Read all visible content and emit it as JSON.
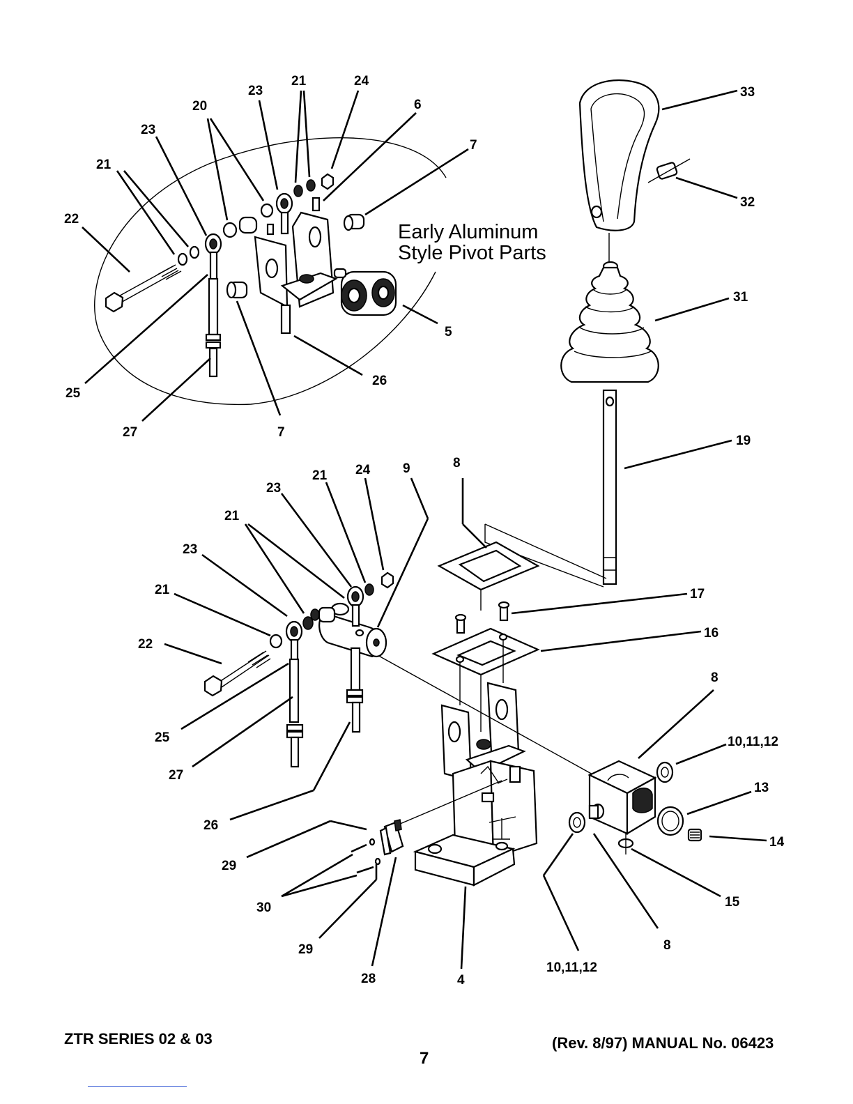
{
  "inset_caption": [
    "Early Aluminum",
    "Style Pivot Parts"
  ],
  "callouts": {
    "c33": "33",
    "c32": "32",
    "c31": "31",
    "c19": "19",
    "c17": "17",
    "c16": "16",
    "c8_top": "8",
    "c8_right": "8",
    "c8_bottom": "8",
    "c1012_right": "10,11,12",
    "c1012_bottom": "10,11,12",
    "c13": "13",
    "c14": "14",
    "c15": "15",
    "c4": "4",
    "c28": "28",
    "c29_a": "29",
    "c29_b": "29",
    "c30": "30",
    "c26_lower": "26",
    "c27_lower": "27",
    "c25_lower": "25",
    "c22_lower": "22",
    "c21_lower_a": "21",
    "c21_lower_b": "21",
    "c21_lower_c": "21",
    "c23_lower_a": "23",
    "c23_lower_b": "23",
    "c24_lower": "24",
    "c9": "9",
    "c20": "20",
    "c21_top_a": "21",
    "c21_top_b": "21",
    "c23_top_a": "23",
    "c23_top_b": "23",
    "c24_top": "24",
    "c6": "6",
    "c7_top": "7",
    "c7_bottom": "7",
    "c5": "5",
    "c26_top": "26",
    "c25_top": "25",
    "c27_top": "27",
    "c22_top": "22"
  },
  "footer": {
    "left": "ZTR SERIES 02 & 03",
    "right": "(Rev. 8/97) MANUAL No. 06423",
    "page": "7"
  }
}
